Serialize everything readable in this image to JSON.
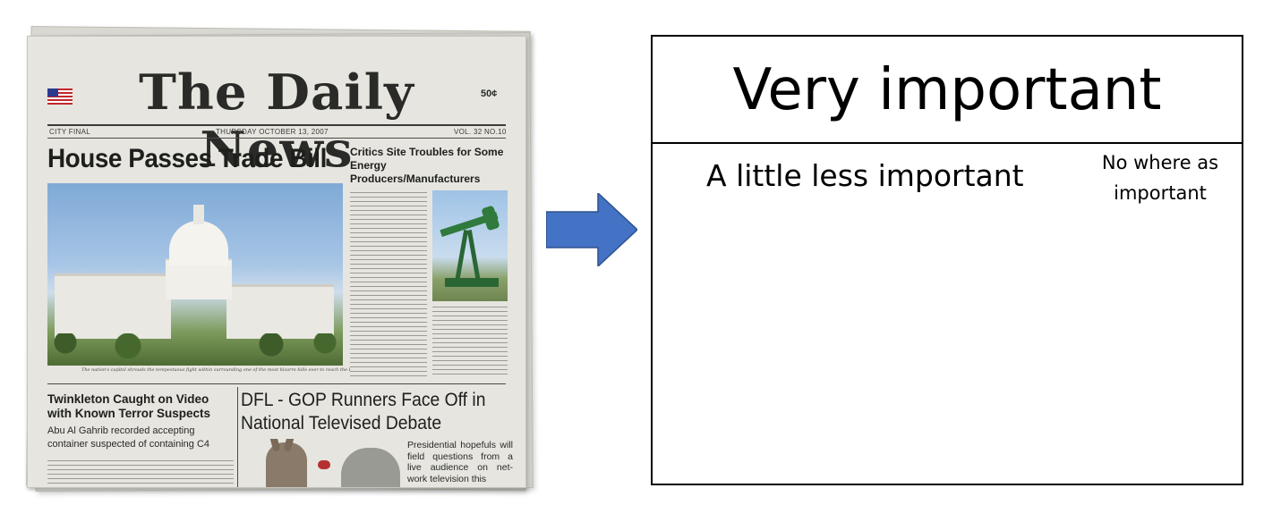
{
  "newspaper": {
    "nameplate": "The Daily News",
    "price": "50¢",
    "edition": "CITY FINAL",
    "date": "THURSDAY  OCTOBER 13, 2007",
    "volume": "VOL. 32 NO.10",
    "headline": "House Passes Trade Bill",
    "side_headline": "Critics Site Troubles for Some Energy Producers/Manufacturers",
    "photo_caption": "The nation's capitol shrouds the tempestuous fight within surrounding one of the most bizarre bills ever to reach the House floor",
    "story2_headline": "Twinkleton Caught on Video with Known Terror Suspects",
    "story2_dek": "Abu Al Gahrib recorded accepting container suspected of containing C4",
    "story3_headline": "DFL - GOP Runners Face Off in National Televised Debate",
    "story3_dek": "Presidential hopefuls will field questions from a live audience on net-work television this"
  },
  "arrow": {
    "color": "#4472c4",
    "icon": "right-arrow"
  },
  "wireframe": {
    "primary": "Very important",
    "secondary": "A little less important",
    "tertiary": "No where as important"
  }
}
